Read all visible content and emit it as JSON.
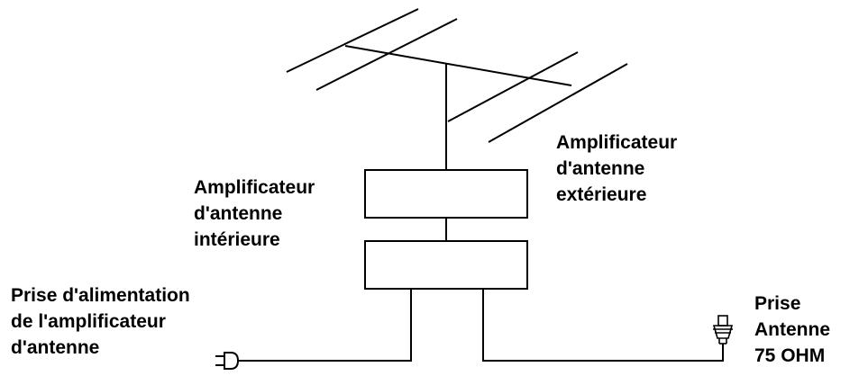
{
  "diagram": {
    "labels": {
      "outdoor_amplifier": [
        "Amplificateur",
        "d'antenne",
        "extérieure"
      ],
      "indoor_amplifier": [
        "Amplificateur",
        "d'antenne",
        "intérieure"
      ],
      "power_socket": [
        "Prise d'alimentation",
        "de l'amplificateur",
        "d'antenne"
      ],
      "antenna_socket": [
        "Prise",
        "Antenne",
        "75 OHM"
      ]
    },
    "icons": {
      "antenna": "yagi-antenna-icon",
      "power_plug": "power-plug-icon",
      "coax_connector": "coax-connector-icon"
    },
    "colors": {
      "line": "#000000",
      "text": "#000000",
      "background": "#ffffff"
    }
  }
}
